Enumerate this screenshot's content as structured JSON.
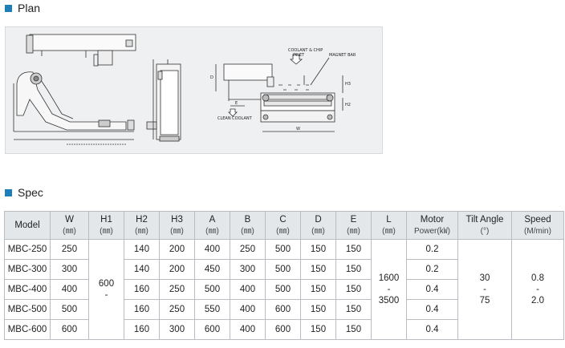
{
  "sections": {
    "plan_title": "Plan",
    "spec_title": "Spec"
  },
  "drawing": {
    "coolant_inlet_line1": "COOLANT & CHIP",
    "coolant_inlet_line2": "INLET",
    "magnet_bar": "MAGNET BAR",
    "clean_coolant": "CLEAN COOLANT",
    "dim_d": "D",
    "dim_e": "E",
    "dim_w": "W",
    "dim_h2": "H2",
    "dim_h3": "H3"
  },
  "table": {
    "headers": [
      {
        "label": "Model",
        "unit": ""
      },
      {
        "label": "W",
        "unit": "(㎜)"
      },
      {
        "label": "H1",
        "unit": "(㎜)"
      },
      {
        "label": "H2",
        "unit": "(㎜)"
      },
      {
        "label": "H3",
        "unit": "(㎜)"
      },
      {
        "label": "A",
        "unit": "(㎜)"
      },
      {
        "label": "B",
        "unit": "(㎜)"
      },
      {
        "label": "C",
        "unit": "(㎜)"
      },
      {
        "label": "D",
        "unit": "(㎜)"
      },
      {
        "label": "E",
        "unit": "(㎜)"
      },
      {
        "label": "L",
        "unit": "(㎜)"
      },
      {
        "label": "Motor",
        "unit": "Power(㎾)"
      },
      {
        "label": "Tilt Angle",
        "unit": "(°)"
      },
      {
        "label": "Speed",
        "unit": "(M/min)"
      }
    ],
    "rows": [
      {
        "model": "MBC-250",
        "w": "250",
        "h2": "140",
        "h3": "200",
        "a": "400",
        "b": "250",
        "c": "500",
        "d": "150",
        "e": "150",
        "motor": "0.2"
      },
      {
        "model": "MBC-300",
        "w": "300",
        "h2": "140",
        "h3": "200",
        "a": "450",
        "b": "300",
        "c": "500",
        "d": "150",
        "e": "150",
        "motor": "0.2"
      },
      {
        "model": "MBC-400",
        "w": "400",
        "h2": "160",
        "h3": "250",
        "a": "500",
        "b": "400",
        "c": "500",
        "d": "150",
        "e": "150",
        "motor": "0.4"
      },
      {
        "model": "MBC-500",
        "w": "500",
        "h2": "160",
        "h3": "250",
        "a": "550",
        "b": "400",
        "c": "600",
        "d": "150",
        "e": "150",
        "motor": "0.4"
      },
      {
        "model": "MBC-600",
        "w": "600",
        "h2": "160",
        "h3": "300",
        "a": "600",
        "b": "400",
        "c": "600",
        "d": "150",
        "e": "150",
        "motor": "0.4"
      }
    ],
    "merged": {
      "h1": {
        "min": "600",
        "sep": "-",
        "max": ""
      },
      "l": {
        "min": "1600",
        "sep": "-",
        "max": "3500"
      },
      "tilt": {
        "min": "30",
        "sep": "-",
        "max": "75"
      },
      "speed": {
        "min": "0.8",
        "sep": "-",
        "max": "2.0"
      }
    }
  }
}
